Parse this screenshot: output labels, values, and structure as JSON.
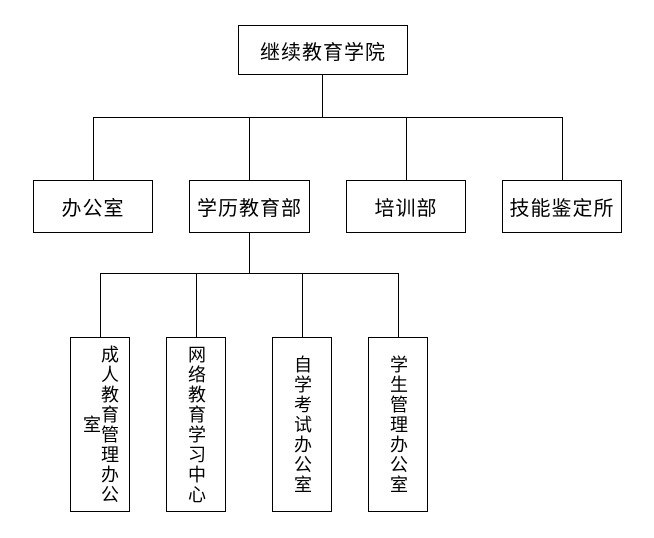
{
  "colors": {
    "background": "#ffffff",
    "line": "#000000",
    "text": "#000000"
  },
  "org_chart": {
    "root": {
      "label": "继续教育学院"
    },
    "level2": [
      {
        "label": "办公室"
      },
      {
        "label": "学历教育部"
      },
      {
        "label": "培训部"
      },
      {
        "label": "技能鉴定所"
      }
    ],
    "level3": [
      {
        "label": "成人教育管理办公室"
      },
      {
        "label": "网络教育学习中心"
      },
      {
        "label": "自学考试办公室"
      },
      {
        "label": "学生管理办公室"
      }
    ]
  }
}
